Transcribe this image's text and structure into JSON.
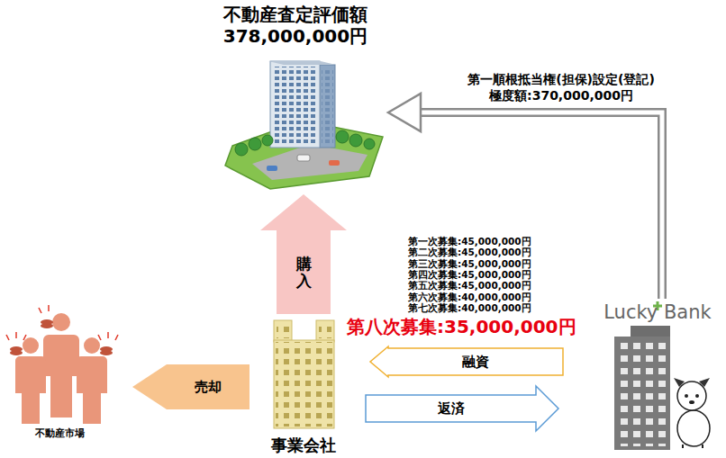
{
  "diagram": {
    "nodes": [
      {
        "text": [
          "不動産査定評価額 378,000,000円"
        ]
      },
      {
        "text": [
          "不動産市場"
        ]
      },
      {
        "text": [
          "事業会社"
        ]
      },
      {
        "text": [
          "Lucky Bank"
        ]
      }
    ],
    "edges": [
      {
        "from": 3,
        "to": 0,
        "arrow": "to",
        "label": "第一順根抵当権(担保)設定(登記) 極度額:370,000,000円"
      },
      {
        "from": 2,
        "to": 0,
        "arrow": "to",
        "label": "購入"
      },
      {
        "from": 2,
        "to": 1,
        "arrow": "to",
        "label": "売却"
      },
      {
        "from": 3,
        "to": 2,
        "arrow": "to",
        "label": "融資"
      },
      {
        "from": 2,
        "to": 3,
        "arrow": "to",
        "label": "返済"
      }
    ],
    "labels": [
      "第一次募集:45,000,000円",
      "第二次募集:45,000,000円",
      "第三次募集:45,000,000円",
      "第四次募集:45,000,000円",
      "第五次募集:45,000,000円",
      "第六次募集:40,000,000円",
      "第七次募集:40,000,000円",
      "第八次募集:35,000,000円"
    ]
  }
}
